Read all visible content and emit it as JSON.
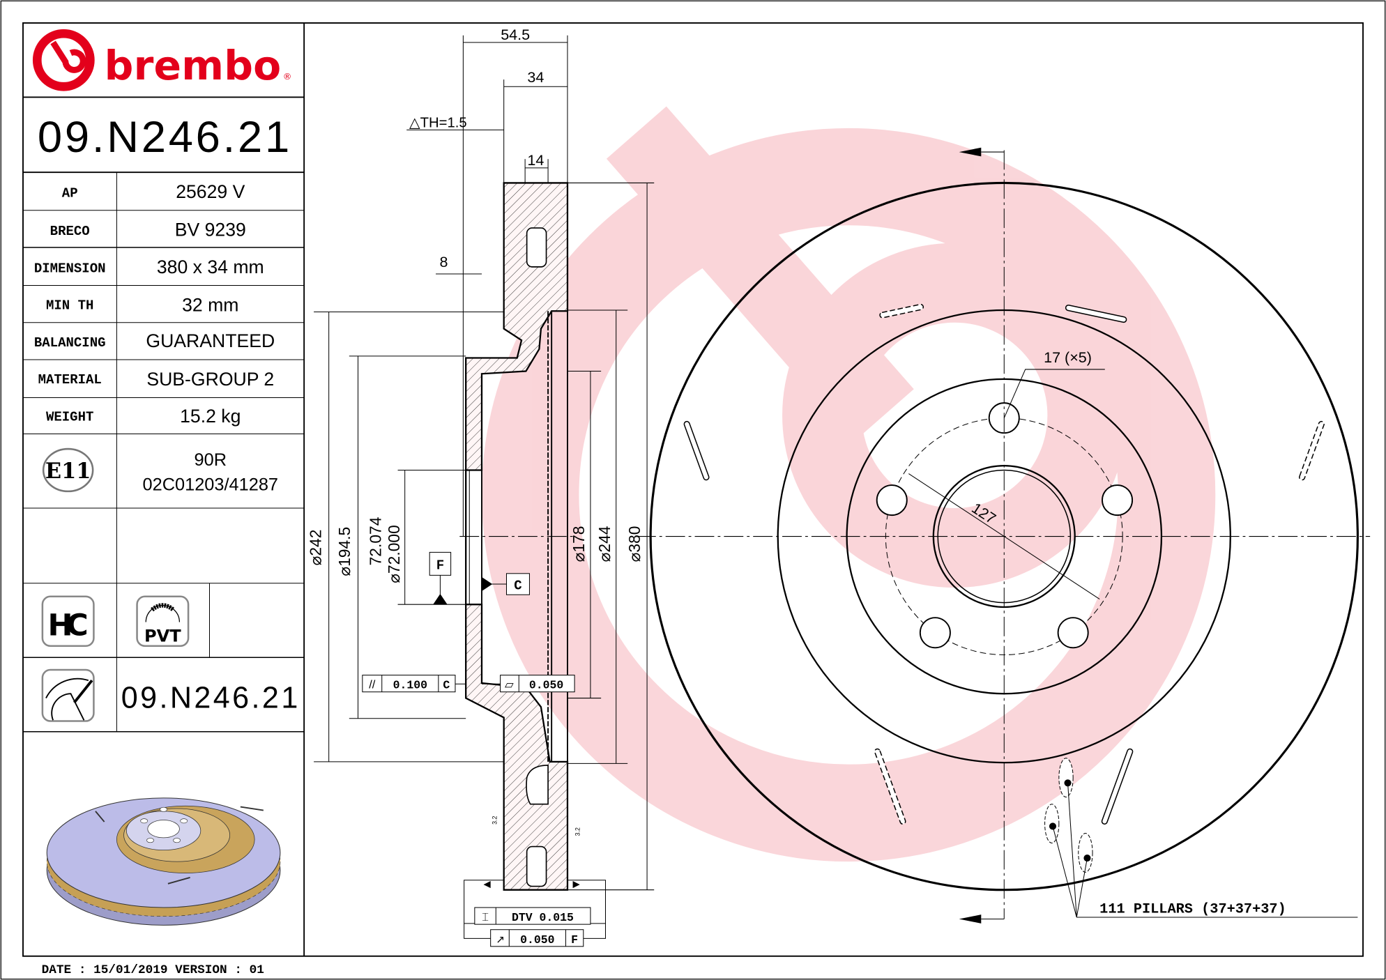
{
  "brand": {
    "name": "brembo",
    "registered": "®",
    "color": "#e3001b"
  },
  "part_number": "09.N246.21",
  "specs": [
    {
      "label": "AP",
      "value": "25629 V"
    },
    {
      "label": "BRECO",
      "value": "BV 9239"
    },
    {
      "label": "DIMENSION",
      "value": "380 x 34 mm"
    },
    {
      "label": "MIN TH",
      "value": "32 mm"
    },
    {
      "label": "BALANCING",
      "value": "GUARANTEED"
    },
    {
      "label": "MATERIAL",
      "value": "SUB-GROUP 2"
    },
    {
      "label": "WEIGHT",
      "value": "15.2 kg"
    }
  ],
  "homologation": {
    "mark": "E11",
    "line1": "90R",
    "line2": "02C01203/41287"
  },
  "badges": {
    "hc": "HC",
    "pvt": "PVT"
  },
  "marking_part_number": "09.N246.21",
  "footer": {
    "date_line": "DATE : 15/01/2019 VERSION : 01"
  },
  "drawing": {
    "dim_overall_width": "54.5",
    "dim_thickness": "34",
    "dim_th_tolerance": "△TH=1.5",
    "dim_vane": "14",
    "dim_hat": "8",
    "dia_242": "⌀242",
    "dia_194_5": "⌀194.5",
    "dia_bore_max": "72.074",
    "dia_bore_min": "⌀72.000",
    "dia_178": "⌀178",
    "dia_244": "⌀244",
    "dia_380": "⌀380",
    "datum_f": "F",
    "datum_c": "C",
    "parallelism_symbol": "//",
    "parallelism_value": "0.100",
    "parallelism_datum": "C",
    "flatness_symbol": "▱",
    "flatness_value": "0.050",
    "roughness_left": "3.2",
    "roughness_right": "3.2",
    "dtv_symbol": "⌶",
    "dtv_value": "DTV 0.015",
    "runout_symbol": "↗",
    "runout_value": "0.050",
    "runout_datum": "F",
    "holes_label": "17 (×5)",
    "pcd_label": "127",
    "pillars_label": "111 PILLARS (37+37+37)"
  }
}
